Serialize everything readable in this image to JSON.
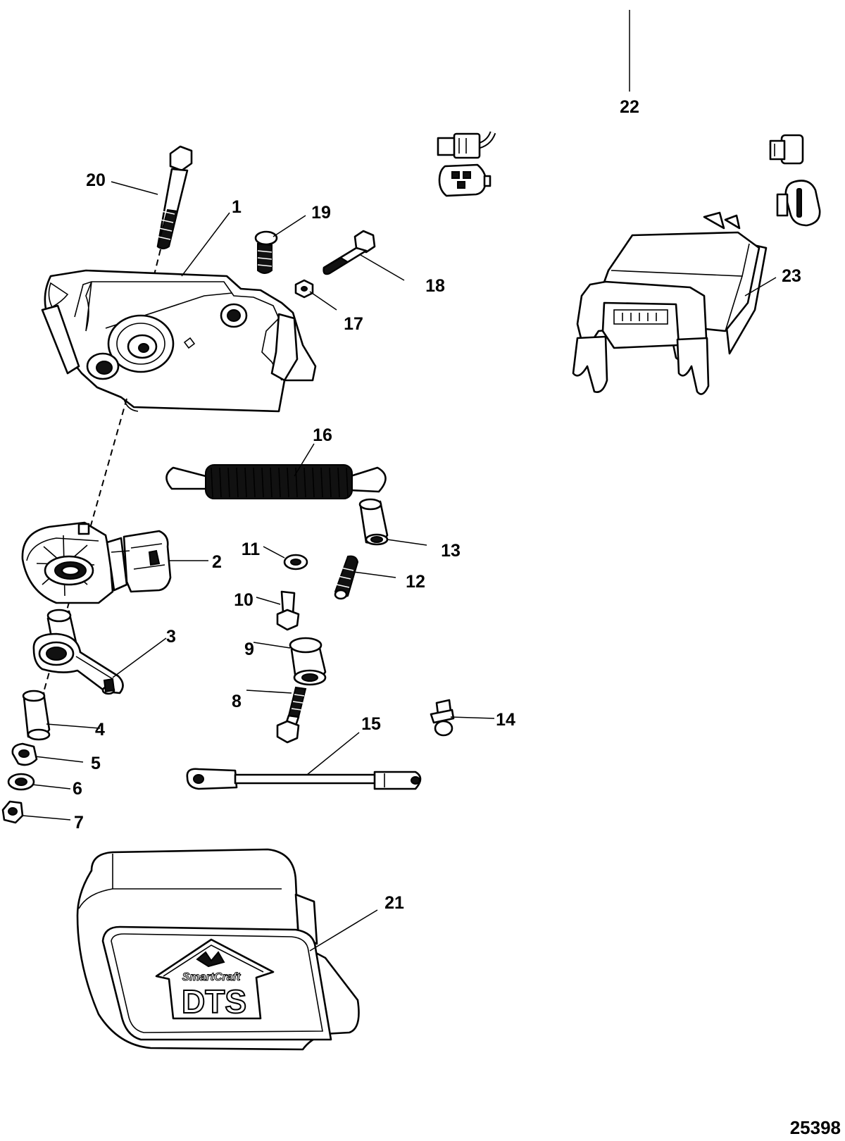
{
  "figure_number": "25398",
  "logo": {
    "brand": "SmartCraft",
    "product": "DTS"
  },
  "callouts": [
    {
      "id": "1",
      "label": "1"
    },
    {
      "id": "2",
      "label": "2"
    },
    {
      "id": "3",
      "label": "3"
    },
    {
      "id": "4",
      "label": "4"
    },
    {
      "id": "5",
      "label": "5"
    },
    {
      "id": "6",
      "label": "6"
    },
    {
      "id": "7",
      "label": "7"
    },
    {
      "id": "8",
      "label": "8"
    },
    {
      "id": "9",
      "label": "9"
    },
    {
      "id": "10",
      "label": "10"
    },
    {
      "id": "11",
      "label": "11"
    },
    {
      "id": "12",
      "label": "12"
    },
    {
      "id": "13",
      "label": "13"
    },
    {
      "id": "14",
      "label": "14"
    },
    {
      "id": "15",
      "label": "15"
    },
    {
      "id": "16",
      "label": "16"
    },
    {
      "id": "17",
      "label": "17"
    },
    {
      "id": "18",
      "label": "18"
    },
    {
      "id": "19",
      "label": "19"
    },
    {
      "id": "20",
      "label": "20"
    },
    {
      "id": "21",
      "label": "21"
    },
    {
      "id": "22",
      "label": "22"
    },
    {
      "id": "23",
      "label": "23"
    }
  ]
}
